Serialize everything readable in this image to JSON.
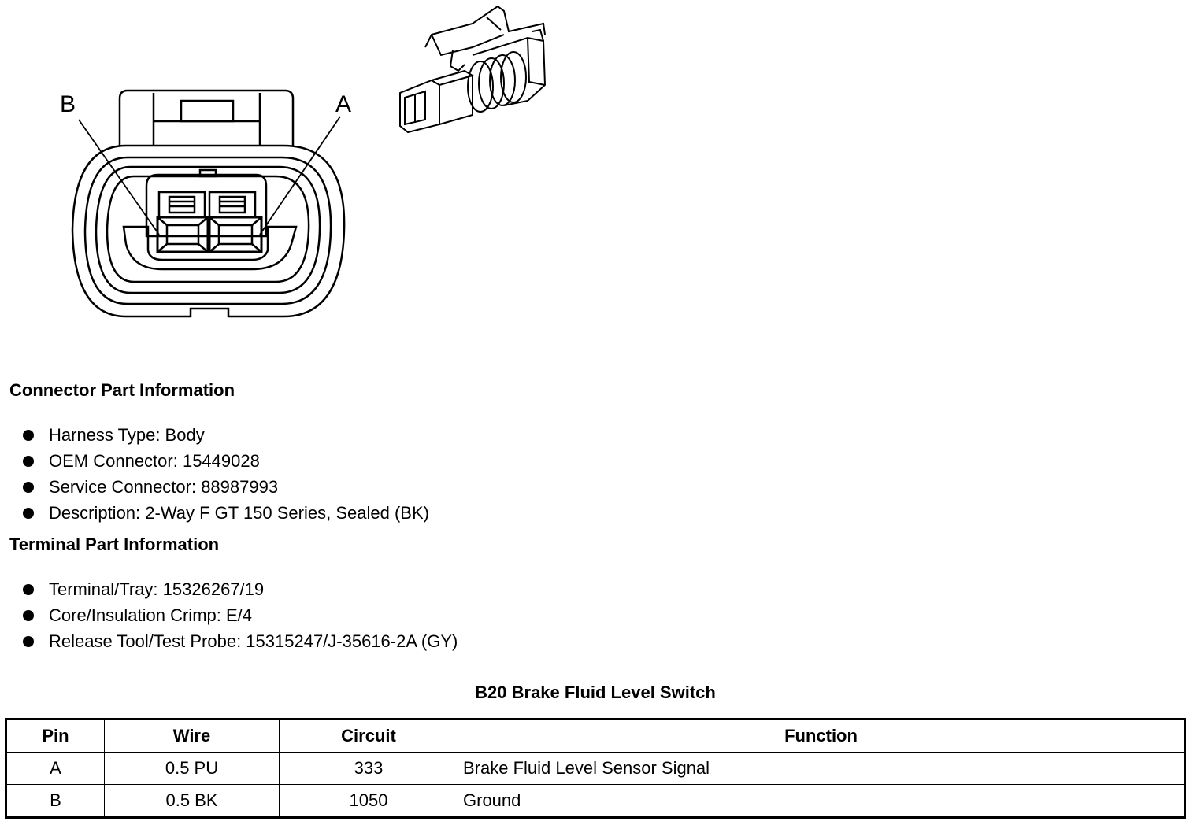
{
  "diagram": {
    "pin_labels": {
      "left": "B",
      "right": "A"
    }
  },
  "connector_info": {
    "heading": "Connector Part Information",
    "items": [
      "Harness Type: Body",
      "OEM Connector: 15449028",
      "Service Connector: 88987993",
      "Description: 2-Way F GT 150 Series, Sealed (BK)"
    ]
  },
  "terminal_info": {
    "heading": "Terminal Part Information",
    "items": [
      "Terminal/Tray: 15326267/19",
      "Core/Insulation Crimp: E/4",
      "Release Tool/Test Probe: 15315247/J-35616-2A (GY)"
    ]
  },
  "table": {
    "title": "B20 Brake Fluid Level Switch",
    "headers": [
      "Pin",
      "Wire",
      "Circuit",
      "Function"
    ],
    "rows": [
      [
        "A",
        "0.5 PU",
        "333",
        "Brake Fluid Level Sensor Signal"
      ],
      [
        "B",
        "0.5 BK",
        "1050",
        "Ground"
      ]
    ]
  }
}
